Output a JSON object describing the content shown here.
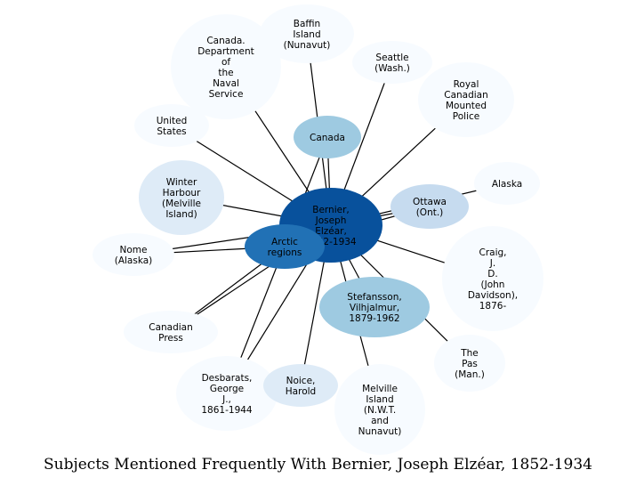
{
  "caption": "Subjects Mentioned Frequently With Bernier, Joseph Elzéar, 1852-1934",
  "colors": {
    "center": "#08519c",
    "level_dark": "#2171b5",
    "level_mid": "#9ecae1",
    "level_light": "#c6dbef",
    "level_pale": "#deebf7",
    "level_faint": "#f7fbff",
    "edge": "#000000",
    "text": "#000000"
  },
  "center": {
    "id": "bernier",
    "label": [
      "Bernier,",
      "Joseph",
      "Elzéar,",
      "1852-1934"
    ]
  },
  "nodes": [
    {
      "id": "canada-naval",
      "label": [
        "Canada.",
        "Department",
        "of",
        "the",
        "Naval",
        "Service"
      ]
    },
    {
      "id": "baffin",
      "label": [
        "Baffin",
        "Island",
        "(Nunavut)"
      ]
    },
    {
      "id": "seattle",
      "label": [
        "Seattle",
        "(Wash.)"
      ]
    },
    {
      "id": "rcmp",
      "label": [
        "Royal",
        "Canadian",
        "Mounted",
        "Police"
      ]
    },
    {
      "id": "united-states",
      "label": [
        "United",
        "States"
      ]
    },
    {
      "id": "canada",
      "label": [
        "Canada"
      ]
    },
    {
      "id": "alaska",
      "label": [
        "Alaska"
      ]
    },
    {
      "id": "ottawa",
      "label": [
        "Ottawa",
        "(Ont.)"
      ]
    },
    {
      "id": "winter-harbour",
      "label": [
        "Winter",
        "Harbour",
        "(Melville",
        "Island)"
      ]
    },
    {
      "id": "craig",
      "label": [
        "Craig,",
        "J.",
        "D.",
        "(John",
        "Davidson),",
        "1876-"
      ]
    },
    {
      "id": "nome",
      "label": [
        "Nome",
        "(Alaska)"
      ]
    },
    {
      "id": "arctic",
      "label": [
        "Arctic",
        "regions"
      ]
    },
    {
      "id": "stefansson",
      "label": [
        "Stefansson,",
        "Vilhjalmur,",
        "1879-1962"
      ]
    },
    {
      "id": "canadian-press",
      "label": [
        "Canadian",
        "Press"
      ]
    },
    {
      "id": "the-pas",
      "label": [
        "The",
        "Pas",
        "(Man.)"
      ]
    },
    {
      "id": "desbarats",
      "label": [
        "Desbarats,",
        "George",
        "J.,",
        "1861-1944"
      ]
    },
    {
      "id": "noice",
      "label": [
        "Noice,",
        "Harold"
      ]
    },
    {
      "id": "melville",
      "label": [
        "Melville",
        "Island",
        "(N.W.T.",
        "and",
        "Nunavut)"
      ]
    }
  ],
  "edges": [
    [
      "bernier",
      "canada-naval"
    ],
    [
      "bernier",
      "baffin"
    ],
    [
      "bernier",
      "seattle"
    ],
    [
      "bernier",
      "rcmp"
    ],
    [
      "bernier",
      "united-states"
    ],
    [
      "bernier",
      "canada"
    ],
    [
      "bernier",
      "alaska"
    ],
    [
      "bernier",
      "ottawa"
    ],
    [
      "bernier",
      "winter-harbour"
    ],
    [
      "bernier",
      "craig"
    ],
    [
      "bernier",
      "nome"
    ],
    [
      "bernier",
      "arctic"
    ],
    [
      "bernier",
      "stefansson"
    ],
    [
      "bernier",
      "canadian-press"
    ],
    [
      "bernier",
      "the-pas"
    ],
    [
      "bernier",
      "desbarats"
    ],
    [
      "bernier",
      "noice"
    ],
    [
      "bernier",
      "melville"
    ],
    [
      "canada",
      "arctic"
    ],
    [
      "ottawa",
      "arctic"
    ],
    [
      "nome",
      "arctic"
    ],
    [
      "canadian-press",
      "arctic"
    ],
    [
      "desbarats",
      "arctic"
    ]
  ]
}
